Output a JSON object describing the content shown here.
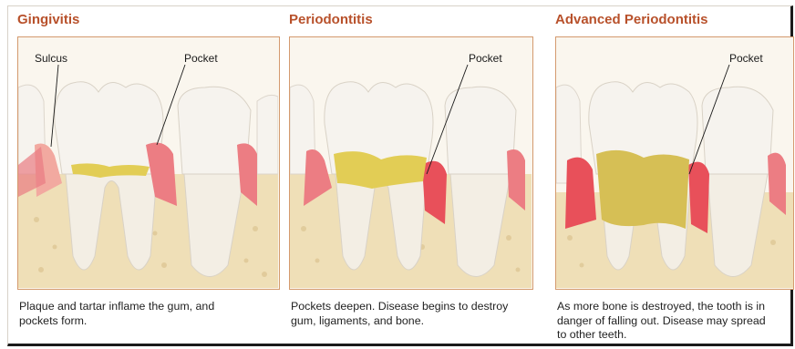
{
  "colors": {
    "title": "#b8512b",
    "border": "#d49a6e",
    "gum": "#f2a9a0",
    "gum_inflamed": "#e8505a",
    "bone": "#efdfb7",
    "tartar": "#e2cd55",
    "tooth": "#f6f3ee"
  },
  "panels": [
    {
      "title": "Gingivitis",
      "labels": {
        "left": "Sulcus",
        "right": "Pocket"
      },
      "caption_line1": "Plaque and tartar inflame the gum, and",
      "caption_line2": "pockets form.",
      "caption_line3": ""
    },
    {
      "title": "Periodontitis",
      "labels": {
        "right": "Pocket"
      },
      "caption_line1": "Pockets deepen. Disease begins to destroy",
      "caption_line2": "gum, ligaments, and bone.",
      "caption_line3": ""
    },
    {
      "title": "Advanced Periodontitis",
      "labels": {
        "right": "Pocket"
      },
      "caption_line1": "As more bone is destroyed, the tooth is in",
      "caption_line2": "danger of falling out. Disease may spread",
      "caption_line3": "to other teeth."
    }
  ]
}
